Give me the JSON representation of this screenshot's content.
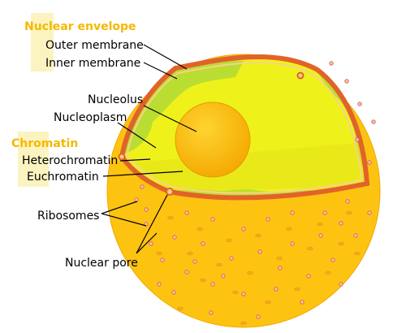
{
  "groups": {
    "envelope": {
      "label": "Nuclear envelope",
      "color": "#f5b800",
      "highlight": "#fbf4c0"
    },
    "chromatin": {
      "label": "Chromatin",
      "color": "#f5b800",
      "highlight": "#fbf4c0"
    }
  },
  "labels": {
    "outer_membrane": "Outer membrane",
    "inner_membrane": "Inner membrane",
    "nucleolus": "Nucleolus",
    "nucleoplasm": "Nucleoplasm",
    "heterochromatin": "Heterochromatin",
    "euchromatin": "Euchromatin",
    "ribosomes": "Ribosomes",
    "nuclear_pore": "Nuclear pore"
  },
  "colors": {
    "sphere": "#fdc311",
    "sphere_edge": "#f0a800",
    "nucleoplasm": "#eef21a",
    "heterochromatin": "#a8d63a",
    "membrane": "#e2622a",
    "nucleolus": "#fcb409",
    "ribosome": "#d95a9a",
    "vesicle": "#f6a81c"
  }
}
